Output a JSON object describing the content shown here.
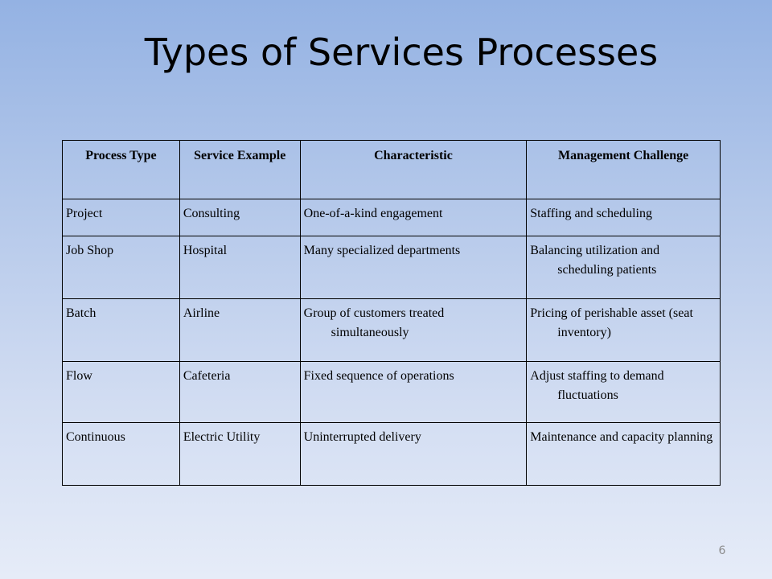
{
  "slide": {
    "title": "Types of Services Processes",
    "page_number": "6"
  },
  "table": {
    "headers": [
      "Process Type",
      "Service Example",
      "Characteristic",
      "Management Challenge"
    ],
    "rows": [
      [
        "Project",
        "Consulting",
        "One-of-a-kind engagement",
        "Staffing and scheduling"
      ],
      [
        "Job Shop",
        "Hospital",
        "Many specialized departments",
        "Balancing utilization and scheduling patients"
      ],
      [
        "Batch",
        "Airline",
        "Group of customers treated simultaneously",
        "Pricing of perishable asset (seat inventory)"
      ],
      [
        "Flow",
        "Cafeteria",
        "Fixed sequence of operations",
        "Adjust staffing to demand fluctuations"
      ],
      [
        "Continuous",
        "Electric Utility",
        "Uninterrupted  delivery",
        "Maintenance and capacity planning"
      ]
    ]
  },
  "colors": {
    "background_top": "#94b2e3",
    "background_bottom": "#e6ecf8",
    "text": "#000000",
    "page_number": "#8a8a8a"
  }
}
